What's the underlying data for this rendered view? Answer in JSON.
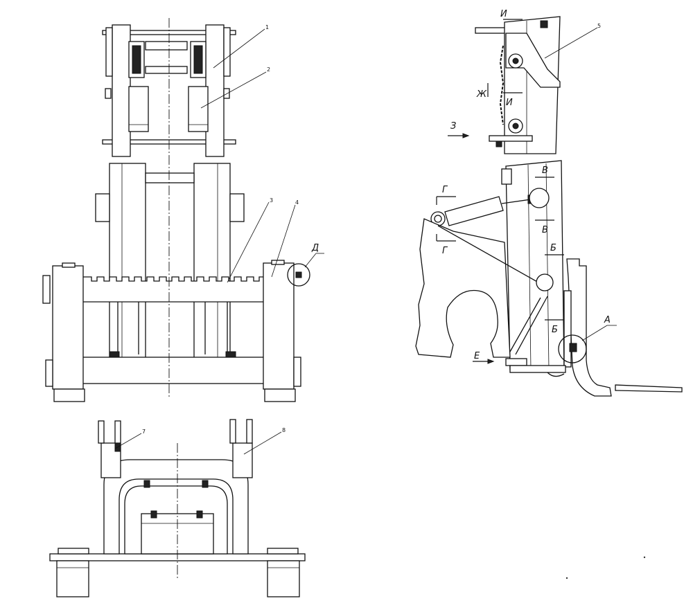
{
  "position_numbers": [
    "1",
    "2",
    "3",
    "4",
    "5",
    "7",
    "8"
  ],
  "section_labels": {
    "I": "И",
    "Zh": "Ж",
    "Ze": "З",
    "V": "В",
    "G": "Г",
    "B": "Б",
    "A": "А",
    "E": "Е",
    "D": "Д"
  }
}
